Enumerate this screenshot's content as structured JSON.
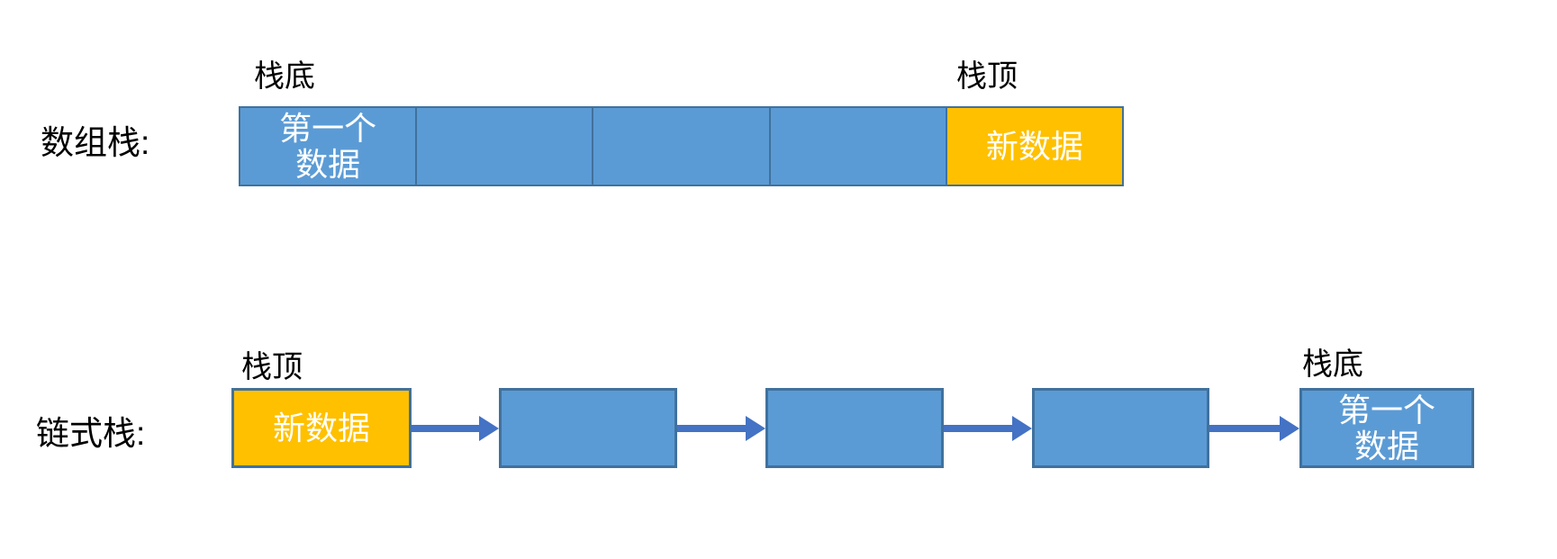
{
  "colors": {
    "canvas_bg": "#FFFFFF",
    "cell_blue": "#5B9BD5",
    "cell_orange": "#FFC000",
    "border_dark_blue": "#41719C",
    "arrow_blue": "#4472C4",
    "label_text": "#000000",
    "cell_text": "#FFFFFF"
  },
  "array_stack": {
    "row_label": "数组栈:",
    "bottom_label": "栈底",
    "top_label": "栈顶",
    "cells": [
      {
        "text": "第一个\n数据",
        "role": "first-data"
      },
      {
        "text": "",
        "role": "empty"
      },
      {
        "text": "",
        "role": "empty"
      },
      {
        "text": "",
        "role": "empty"
      },
      {
        "text": "新数据",
        "role": "new-data"
      }
    ]
  },
  "linked_stack": {
    "row_label": "链式栈:",
    "top_label": "栈顶",
    "bottom_label": "栈底",
    "nodes": [
      {
        "text": "新数据",
        "role": "new-data"
      },
      {
        "text": "",
        "role": "empty"
      },
      {
        "text": "",
        "role": "empty"
      },
      {
        "text": "",
        "role": "empty"
      },
      {
        "text": "第一个\n数据",
        "role": "first-data"
      }
    ],
    "arrow_count": 4
  }
}
